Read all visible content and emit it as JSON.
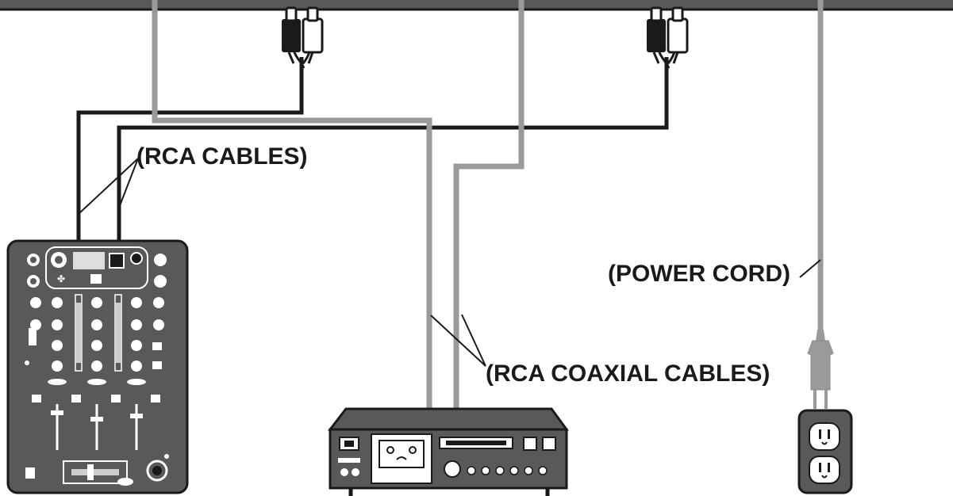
{
  "labels": {
    "rca_cables": "(RCA CABLES)",
    "power_cord": "(POWER CORD)",
    "rca_coaxial_cables": "(RCA COAXIAL CABLES)"
  },
  "colors": {
    "cable_black": "#1a1a1a",
    "cable_gray": "#9a9a9b",
    "device_fill": "#58595b",
    "outline": "#1a1a1a",
    "background": "#ffffff"
  },
  "icons": [
    "rca-plug-icon",
    "power-plug-icon",
    "wall-outlet-icon",
    "mixer-icon",
    "receiver-icon"
  ]
}
